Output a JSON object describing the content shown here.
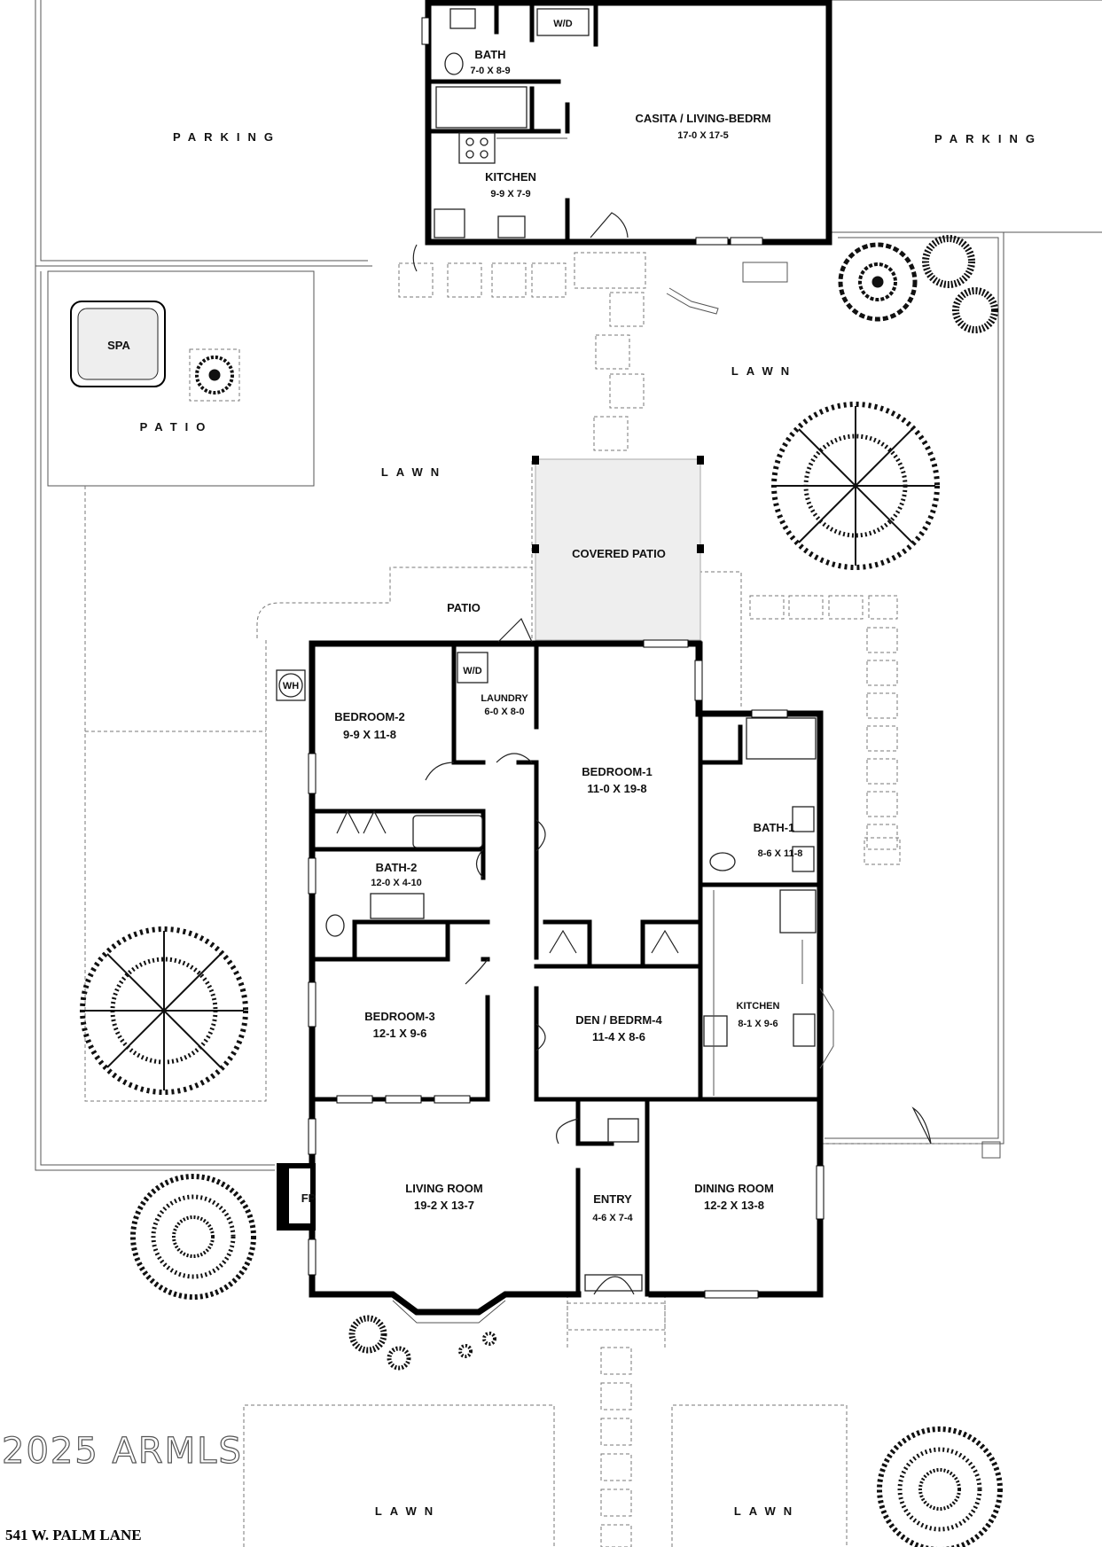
{
  "casita": {
    "bath": {
      "name": "BATH",
      "dim": "7-0 X 8-9"
    },
    "living": {
      "name": "CASITA / LIVING-BEDRM",
      "dim": "17-0  X  17-5"
    },
    "kitchen": {
      "name": "KITCHEN",
      "dim": "9-9 X 7-9"
    },
    "wd": "W/D"
  },
  "site": {
    "parking_left": "PARKING",
    "parking_right": "PARKING",
    "spa": "SPA",
    "patio_spa": "PATIO",
    "lawn_center": "LAWN",
    "lawn_right": "LAWN",
    "covered_patio": "COVERED PATIO",
    "patio_house": "PATIO",
    "wh": "WH",
    "lawn_bottom_left": "LAWN",
    "lawn_bottom_right": "LAWN"
  },
  "house": {
    "bedroom2": {
      "name": "BEDROOM-2",
      "dim": "9-9  X  11-8"
    },
    "laundry": {
      "name": "LAUNDRY",
      "dim": "6-0 X 8-0",
      "wd": "W/D"
    },
    "bedroom1": {
      "name": "BEDROOM-1",
      "dim": "11-0  X  19-8"
    },
    "bath1": {
      "name": "BATH-1",
      "dim": "8-6 X 11-8"
    },
    "bath2": {
      "name": "BATH-2",
      "dim": "12-0 X 4-10"
    },
    "bedroom3": {
      "name": "BEDROOM-3",
      "dim": "12-1  X  9-6"
    },
    "den": {
      "name": "DEN / BEDRM-4",
      "dim": "11-4  X  8-6"
    },
    "kitchen": {
      "name": "KITCHEN",
      "dim": "8-1 X 9-6"
    },
    "living": {
      "name": "LIVING ROOM",
      "dim": "19-2  X  13-7"
    },
    "entry": {
      "name": "ENTRY",
      "dim": "4-6 X 7-4"
    },
    "dining": {
      "name": "DINING ROOM",
      "dim": "12-2  X  13-8"
    },
    "fp": "FP"
  },
  "watermark": "2025 ARMLS",
  "address": "541 W. PALM LANE"
}
